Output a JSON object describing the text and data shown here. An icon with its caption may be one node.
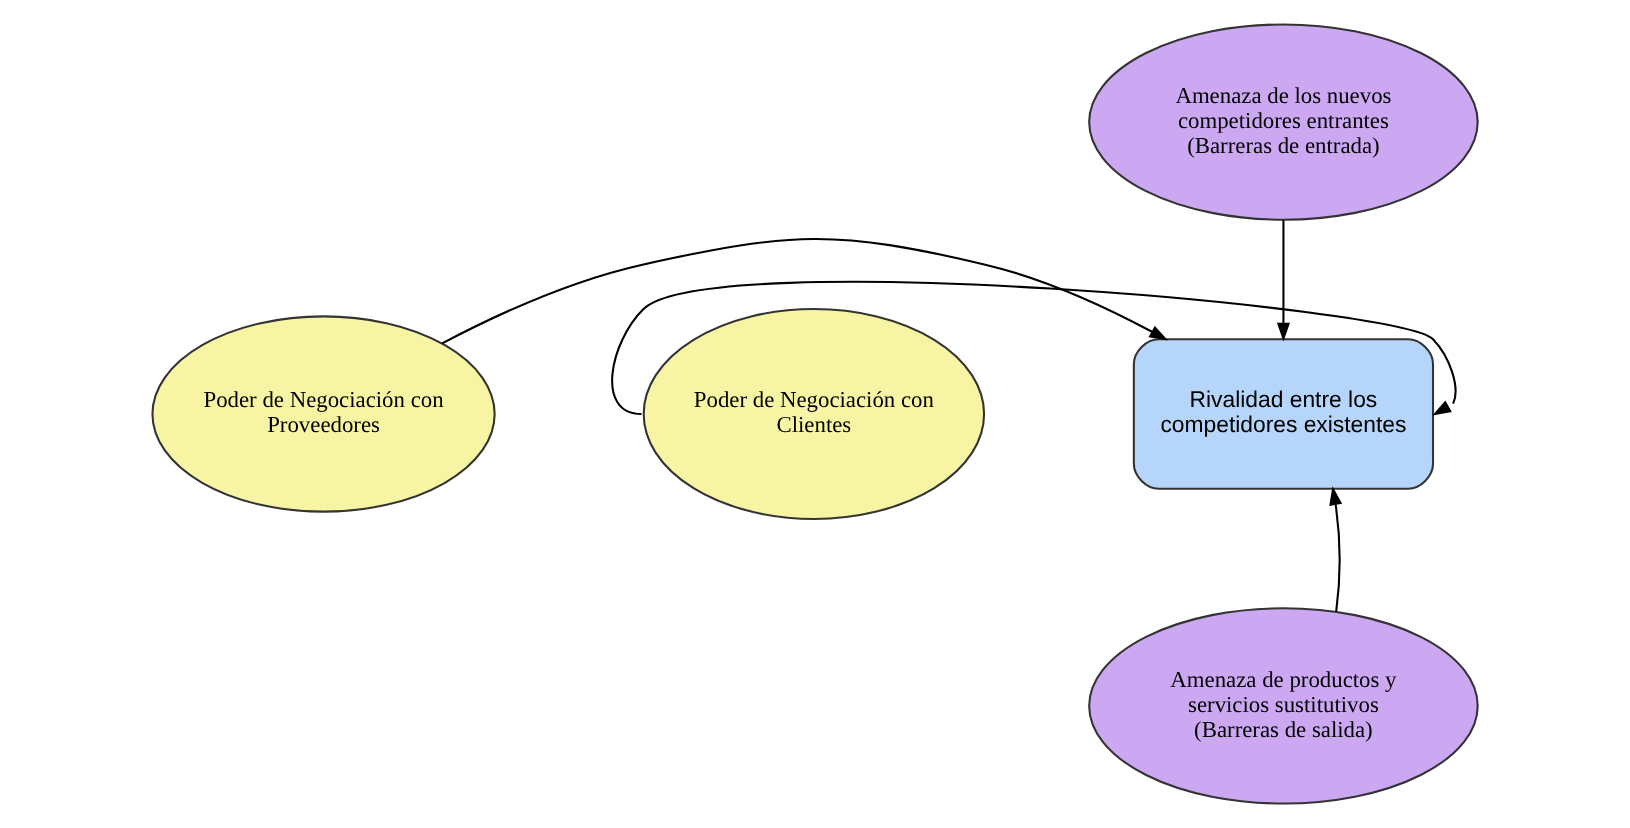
{
  "diagram": {
    "nodes": [
      {
        "text": [
          "Amenaza de los nuevos competidores entrantes (Barreras de entrada)"
        ]
      },
      {
        "text": [
          "Poder de Negociación con Proveedores"
        ]
      },
      {
        "text": [
          "Rivalidad entre los competidores existentes"
        ]
      },
      {
        "text": [
          "Poder de Negociación con Clientes"
        ]
      },
      {
        "text": [
          "Amenaza de productos y servicios sustitutivos (Barreras de salida)"
        ]
      }
    ],
    "edges": [
      {
        "from": 0,
        "to": 2,
        "arrow": "to"
      },
      {
        "from": 1,
        "to": 2,
        "arrow": "to"
      },
      {
        "from": 3,
        "to": 2,
        "arrow": "to"
      },
      {
        "from": 4,
        "to": 2,
        "arrow": "to"
      }
    ]
  }
}
